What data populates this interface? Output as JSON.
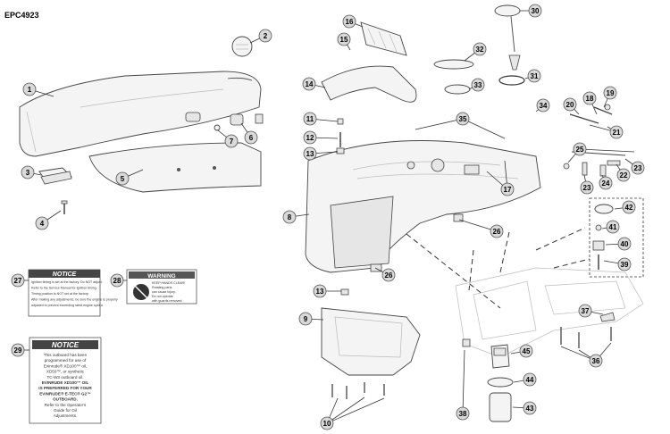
{
  "diagram_id": "EPC4923",
  "callouts": [
    "1",
    "2",
    "3",
    "4",
    "5",
    "6",
    "7",
    "8",
    "9",
    "10",
    "11",
    "12",
    "13",
    "14",
    "15",
    "16",
    "17",
    "18",
    "19",
    "20",
    "21",
    "22",
    "23",
    "24",
    "25",
    "26",
    "27",
    "28",
    "29",
    "30",
    "31",
    "32",
    "33",
    "34",
    "35",
    "36",
    "37",
    "38",
    "39",
    "40",
    "41",
    "42",
    "43",
    "44",
    "45"
  ],
  "labels": {
    "notice_27": {
      "heading": "NOTICE",
      "lines": [
        "Ignition timing is set at the factory. Do NOT adjust.",
        "Refer to the Service Manual for ignition timing.",
        "Timing position is NOT set at the factory.",
        "After making any adjustments, be sure the engine is properly",
        "adjusted to prevent exceeding rated engine speed."
      ]
    },
    "warning_28": {
      "heading": "WARNING",
      "lines": [
        "KEEP HANDS CLEAR!",
        "Rotating parts",
        "can cause injury.",
        "Do not operate",
        "with guards removed."
      ]
    },
    "notice_29": {
      "heading": "NOTICE",
      "lines": [
        "This outboard has been",
        "programmed for use of",
        "Evinrude® XD100™ oil,",
        "XD50™, or synthetic",
        "TC-W3 outboard oil.",
        "EVINRUDE XD100™ OIL",
        "IS PREFERRED FOR YOUR",
        "EVINRUDE® E-TEC® G2™",
        "OUTBOARD.",
        "Refer to the Operator's",
        "Guide for Oil",
        "Adjustments."
      ]
    }
  }
}
